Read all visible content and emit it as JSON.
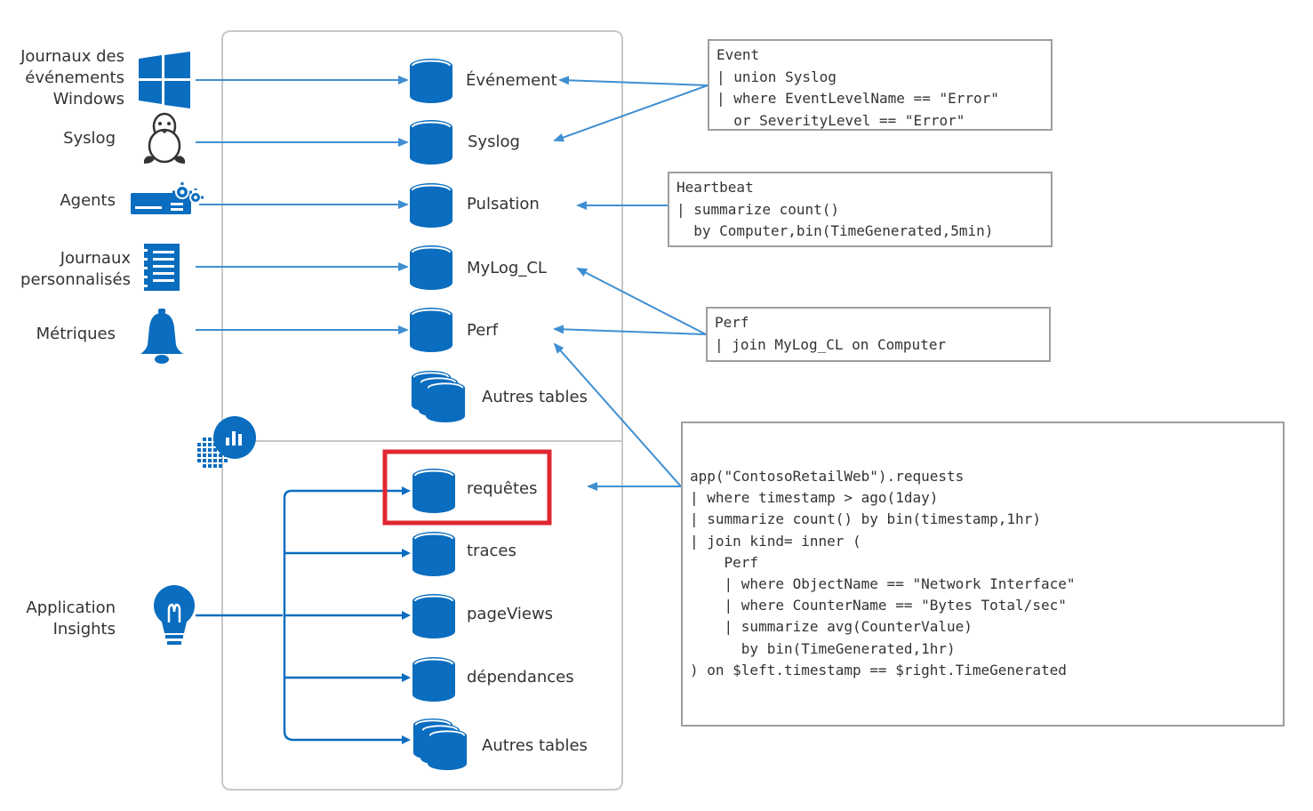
{
  "colors": {
    "primary_blue": "#0a6dbf",
    "arrow_blue": "#3f8fd2",
    "panel_border": "#c8c8c8",
    "highlight_red": "#e0262f",
    "query_border": "#9e9e9e"
  },
  "sources": [
    {
      "label_lines": [
        "Journaux des",
        "événements",
        "Windows"
      ],
      "icon": "windows-logo-icon"
    },
    {
      "label_lines": [
        "Syslog"
      ],
      "icon": "linux-penguin-icon"
    },
    {
      "label_lines": [
        "Agents"
      ],
      "icon": "agent-server-gear-icon"
    },
    {
      "label_lines": [
        "Journaux",
        "personnalisés"
      ],
      "icon": "custom-log-notebook-icon"
    },
    {
      "label_lines": [
        "Métriques"
      ],
      "icon": "bell-icon"
    }
  ],
  "app_insights": {
    "label_lines": [
      "Application",
      "Insights"
    ],
    "icon": "lightbulb-icon"
  },
  "log_analytics": {
    "icon": "log-analytics-icon"
  },
  "workspace_tables": [
    "Événement",
    "Syslog",
    "Pulsation",
    "MyLog_CL",
    "Perf",
    "Autres tables"
  ],
  "app_tables": [
    "requêtes",
    "traces",
    "pageViews",
    "dépendances",
    "Autres tables"
  ],
  "highlighted_table": "requêtes",
  "queries": {
    "event": [
      "Event",
      "| union Syslog",
      "| where EventLevelName == \"Error\"",
      "  or SeverityLevel == \"Error\""
    ],
    "heartbeat": [
      "Heartbeat",
      "| summarize count()",
      "  by Computer,bin(TimeGenerated,5min)"
    ],
    "perf": [
      "Perf",
      "| join MyLog_CL on Computer"
    ],
    "app": [
      "app(\"ContosoRetailWeb\").requests",
      "| where timestamp > ago(1day)",
      "| summarize count() by bin(timestamp,1hr)",
      "| join kind= inner (",
      "    Perf",
      "    | where ObjectName == \"Network Interface\"",
      "    | where CounterName == \"Bytes Total/sec\"",
      "    | summarize avg(CounterValue)",
      "      by bin(TimeGenerated,1hr)",
      ") on $left.timestamp == $right.TimeGenerated"
    ]
  }
}
